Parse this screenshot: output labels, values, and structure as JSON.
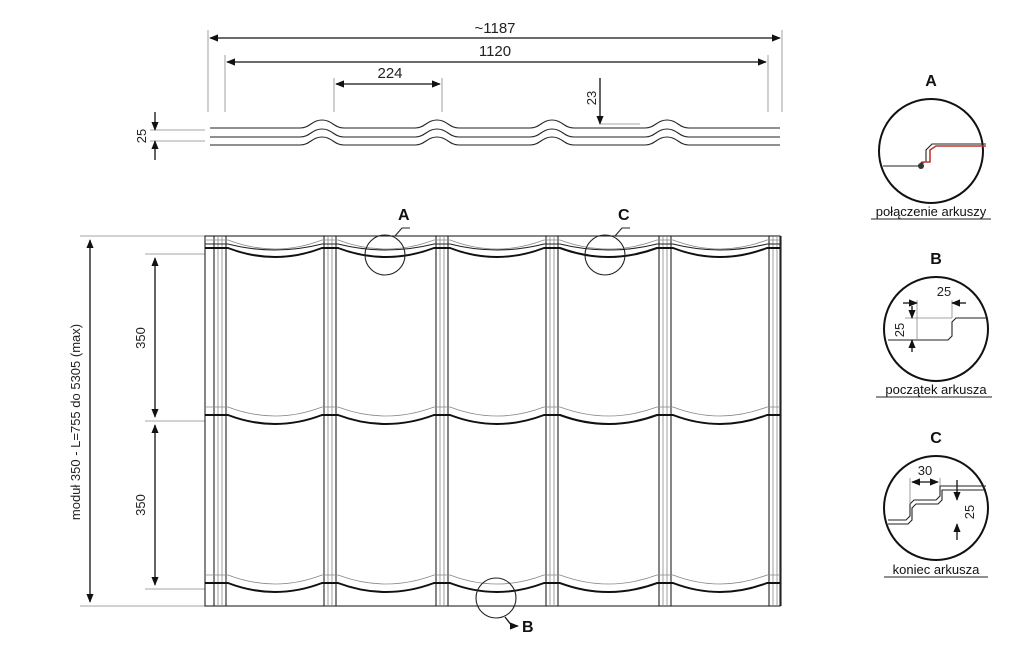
{
  "profile": {
    "overall_width": "~1187",
    "effective_width": "1120",
    "wave_pitch": "224",
    "wave_depth": "23",
    "profile_height": "25"
  },
  "plan": {
    "module_1": "350",
    "module_2": "350",
    "length_label": "moduł 350 - L=755 do 5305 (max)"
  },
  "markers": {
    "a": "A",
    "b": "B",
    "c": "C"
  },
  "details": [
    {
      "letter": "A",
      "caption": "połączenie arkuszy",
      "dims": []
    },
    {
      "letter": "B",
      "caption": "początek arkusza",
      "dims": [
        "25",
        "25"
      ]
    },
    {
      "letter": "C",
      "caption": "koniec arkusza",
      "dims": [
        "30",
        "25"
      ]
    }
  ],
  "colors": {
    "line": "#222222",
    "detail_accent": "#c0392b"
  }
}
